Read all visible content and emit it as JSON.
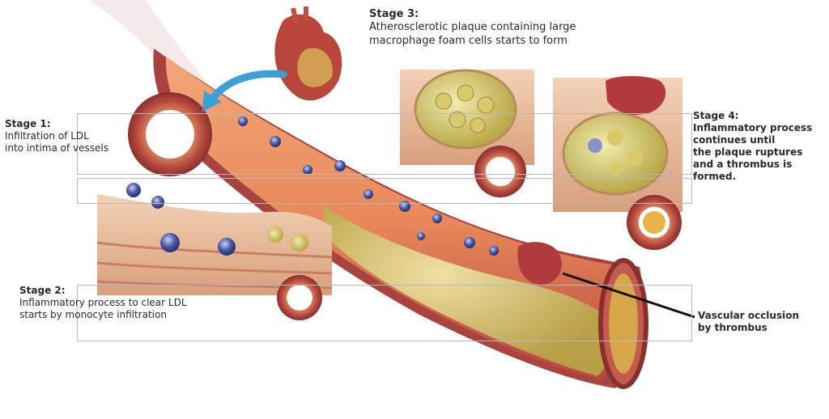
{
  "stage1": {
    "title": "Stage 1:",
    "lines": [
      "Infiltration of LDL",
      "into intima of vessels"
    ]
  },
  "stage2": {
    "title": "Stage 2:",
    "lines": [
      "Inflammatory process to clear LDL",
      "starts by monocyte infiltration"
    ]
  },
  "stage3": {
    "title": "Stage 3:",
    "lines": [
      "Atherosclerotic plaque containing large",
      "macrophage foam cells starts to form"
    ]
  },
  "stage4": {
    "title": "Stage 4:",
    "lines": [
      "Inflammatory process",
      "continues until",
      "the plaque ruptures",
      "and a thrombus is",
      "formed."
    ]
  },
  "occlusion": {
    "lines": [
      "Vascular occlusion",
      "by thrombus"
    ]
  },
  "colors": {
    "artery_outer": "#a8433f",
    "artery_inner": "#e98a56",
    "plaque": "#cfc26a",
    "thrombus": "#b03a3e",
    "ldl_particle": "#3e4f9a",
    "arrow": "#3aa0d6"
  }
}
